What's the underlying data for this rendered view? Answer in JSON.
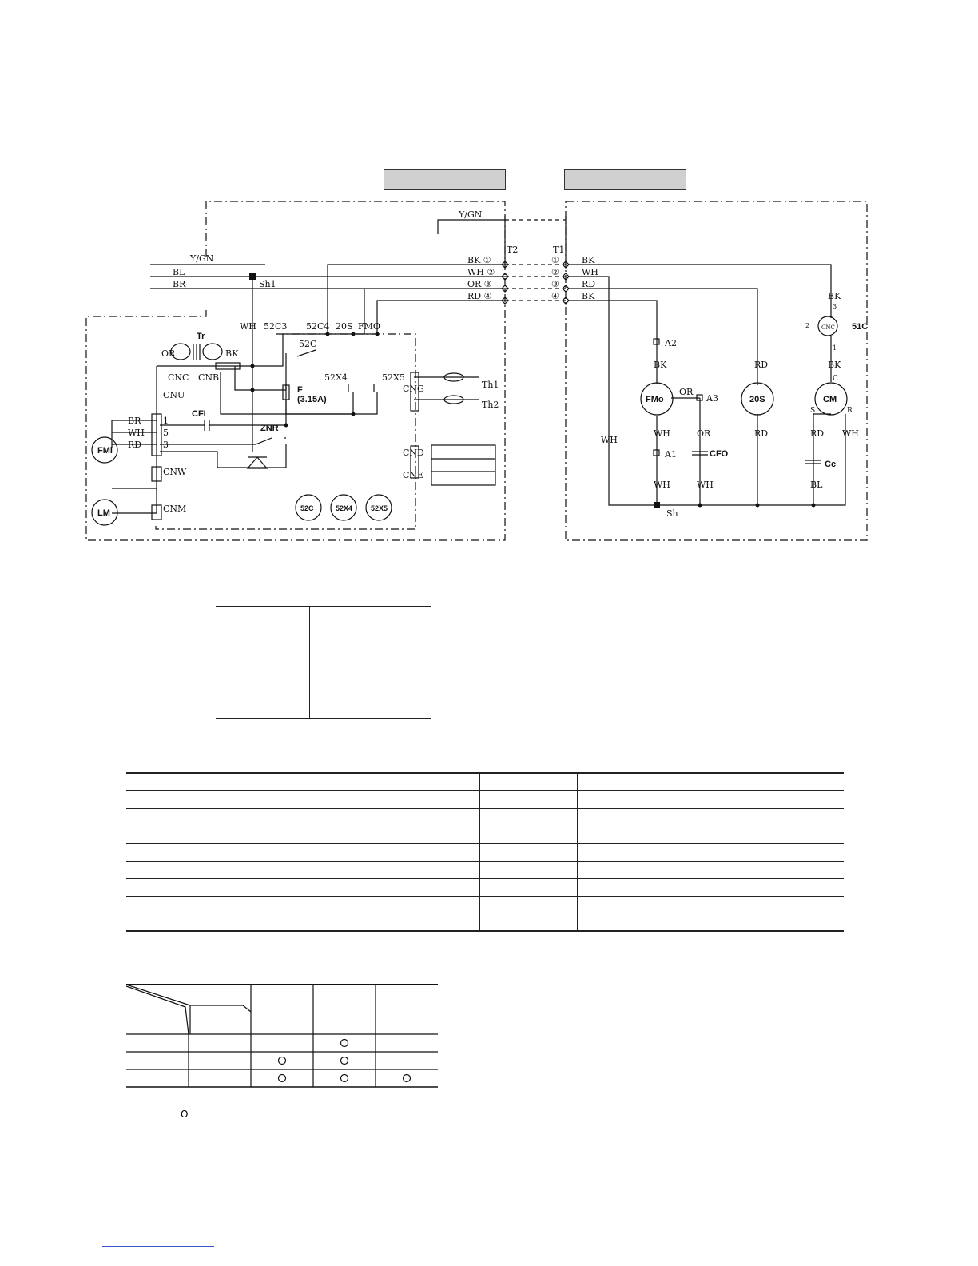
{
  "colors": {
    "line": "#111111",
    "unit_bar": "#d0d0d0",
    "footer_link": "#3a56c8"
  },
  "wire_labels": {
    "yg_main": "Y/GN",
    "yg_top": "Y/GN",
    "bl": "BL",
    "br": "BR",
    "sh1": "Sh1",
    "wh_vertical": "WH",
    "bk1": "BK ①",
    "wh2": "WH ②",
    "or3": "OR ③",
    "rd4": "RD ④",
    "t2": "T2",
    "t1": "T1",
    "n1": "①",
    "n2": "②",
    "n3": "③",
    "n4": "④",
    "out_bk": "BK",
    "out_wh": "WH",
    "out_rd": "RD",
    "out_bk2": "BK"
  },
  "indoor": {
    "tr": "Tr",
    "or": "OR",
    "bk": "BK",
    "cnc": "CNC",
    "cnb": "CNB",
    "cnu": "CNU",
    "cnw": "CNW",
    "cnm": "CNM",
    "cng": "CNG",
    "cnd": "CND",
    "cne": "CNE",
    "c52c3": "52C3",
    "c52c4": "52C4",
    "c20s": "20S",
    "fmo": "FMO",
    "k52c": "52C",
    "x4": "52X4",
    "x5": "52X5",
    "f": "F",
    "f_rating": "(3.15A)",
    "zenr": "ZNR",
    "cfi": "CFI",
    "br": "BR",
    "wh": "WH",
    "rd": "RD",
    "pin1": "1",
    "pin5": "5",
    "pin3": "3",
    "th1": "Th1",
    "th2": "Th2",
    "fmi": "FMi",
    "lm": "LM",
    "b52c": "52C",
    "b52x4": "52X4",
    "b52x5": "52X5"
  },
  "outdoor": {
    "a2": "A2",
    "a1": "A1",
    "a3": "A3",
    "bk_a": "BK",
    "wh_a": "WH",
    "wh_b": "WH",
    "or_a": "OR",
    "or_b": "OR",
    "wh_c": "WH",
    "wh_d": "WH",
    "fmo": "FMo",
    "cfo": "CFO",
    "s20": "20S",
    "rd_a": "RD",
    "rd_b": "RD",
    "bk_b": "BK",
    "bk_c": "BK",
    "p3": "3",
    "p2": "2",
    "p1": "1",
    "c51": "51C",
    "cnc": "CNC",
    "c": "C",
    "s": "S",
    "r": "R",
    "cm": "CM",
    "rd_c": "RD",
    "wh_e": "WH",
    "bl": "BL",
    "cc": "Cc",
    "sh": "Sh"
  },
  "tables": {
    "color_code": {
      "rows": [
        [
          "",
          ""
        ],
        [
          "",
          ""
        ],
        [
          "",
          ""
        ],
        [
          "",
          ""
        ],
        [
          "",
          ""
        ],
        [
          "",
          ""
        ],
        [
          "",
          ""
        ]
      ]
    },
    "parts": {
      "rows": [
        [
          "",
          "",
          "",
          ""
        ],
        [
          "",
          "",
          "",
          ""
        ],
        [
          "",
          "",
          "",
          ""
        ],
        [
          "",
          "",
          "",
          ""
        ],
        [
          "",
          "",
          "",
          ""
        ],
        [
          "",
          "",
          "",
          ""
        ],
        [
          "",
          "",
          "",
          ""
        ],
        [
          "",
          "",
          "",
          ""
        ],
        [
          "",
          "",
          "",
          ""
        ]
      ]
    },
    "switch_grid": {
      "marks": [
        [
          false,
          false,
          true,
          false
        ],
        [
          false,
          true,
          true,
          false
        ],
        [
          false,
          true,
          true,
          true
        ]
      ],
      "legend_symbol": "O"
    }
  }
}
